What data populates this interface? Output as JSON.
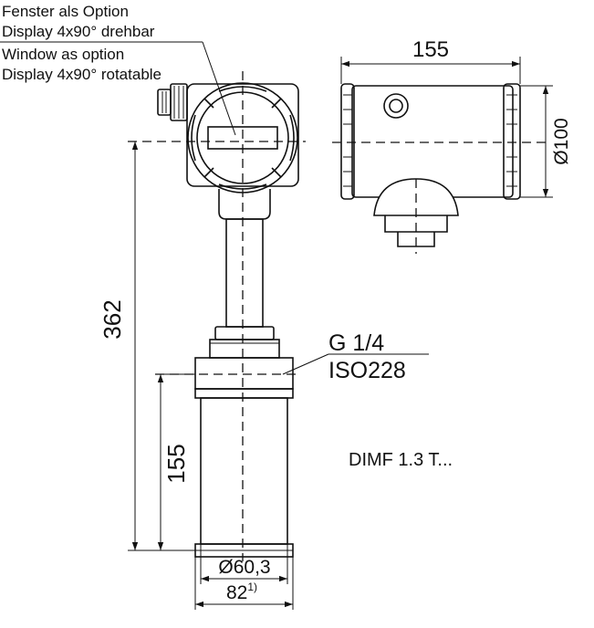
{
  "notes": {
    "line1": "Fenster als Option",
    "line2": "Display 4x90° drehbar",
    "line3": "Window as option",
    "line4": "Display 4x90° rotatable"
  },
  "dimensions": {
    "width_top": "155",
    "dia_housing": "Ø100",
    "height_total": "362",
    "height_lower": "155",
    "dia_tube": "Ø60,3",
    "width_bottom": "82",
    "width_bottom_note": "1)"
  },
  "thread": {
    "line1": "G 1/4",
    "line2": "ISO228"
  },
  "model": "DIMF 1.3 T..."
}
